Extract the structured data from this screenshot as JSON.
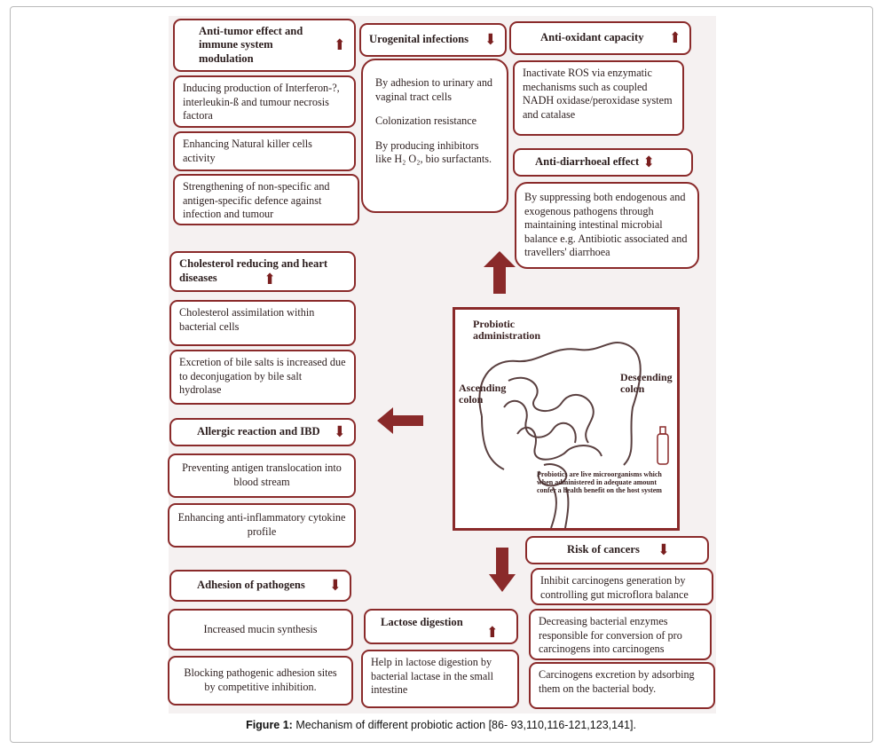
{
  "boxes": {
    "antitumor_head": "Anti-tumor effect and immune system modulation",
    "antitumor_1": "Inducing production of Interferon-?, interleukin-ß and tumour necrosis factora",
    "antitumor_2": "Enhancing Natural killer cells activity",
    "antitumor_3": "Strengthening of non-specific and antigen-specific defence against infection and tumour",
    "urogenital_head": "Urogenital infections",
    "urogenital_1": "By adhesion to urinary and vaginal tract cells",
    "urogenital_2": "Colonization resistance",
    "urogenital_3": "By producing inhibitors like H₂ O₂, bio surfactants.",
    "antioxidant_head": "Anti-oxidant capacity",
    "antioxidant_1": "Inactivate ROS via enzymatic mechanisms such as coupled NADH oxidase/peroxidase system and catalase",
    "antidiarr_head": "Anti-diarrhoeal effect",
    "antidiarr_1": "By suppressing both endogenous and exogenous pathogens through maintaining intestinal microbial balance e.g. Antibiotic associated and travellers' diarrhoea",
    "cholesterol_head": "Cholesterol reducing and heart diseases",
    "cholesterol_1": "Cholesterol assimilation within bacterial cells",
    "cholesterol_2": "Excretion of bile salts is increased due to deconjugation by bile salt hydrolase",
    "allergic_head": "Allergic reaction and IBD",
    "allergic_1": "Preventing antigen translocation into blood stream",
    "allergic_2": "Enhancing anti-inflammatory cytokine profile",
    "adhesion_head": "Adhesion of pathogens",
    "adhesion_1": "Increased mucin synthesis",
    "adhesion_2": "Blocking pathogenic adhesion sites by competitive inhibition.",
    "lactose_head": "Lactose digestion",
    "lactose_1": "Help in lactose digestion by bacterial lactase in the small intestine",
    "cancer_head": "Risk of cancers",
    "cancer_1": "Inhibit carcinogens generation by controlling gut microflora balance",
    "cancer_2": "Decreasing bacterial enzymes responsible for conversion of pro carcinogens into carcinogens",
    "cancer_3": "Carcinogens excretion by adsorbing them on the bacterial body."
  },
  "illustration": {
    "title": "Probiotic administration",
    "ascending": "Ascending colon",
    "descending": "Descending colon",
    "note": "Probiotics are live microorganisms which when administered in adequate amount confer a health benefit on the host system"
  },
  "indicators": {
    "up": "⬆",
    "down": "⬇",
    "both": "⬍"
  },
  "caption": {
    "label": "Figure 1:",
    "text": " Mechanism of different probiotic action [86- 93,110,116-121,123,141]."
  },
  "colors": {
    "border": "#8a2a2a",
    "arrow": "#8a2a2a",
    "panel": "#f5f1f1"
  }
}
